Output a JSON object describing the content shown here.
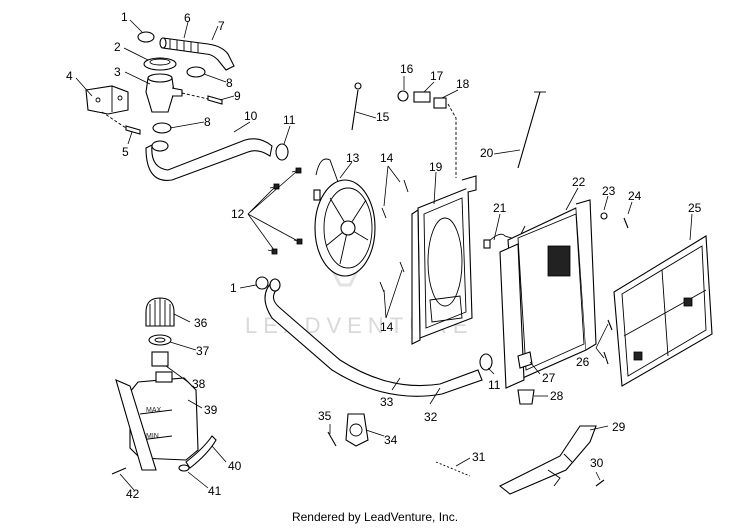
{
  "watermark": "LEADVENTURE",
  "footer": "Rendered by LeadVenture, Inc.",
  "tank_marks": {
    "max": "MAX",
    "min": "MIN"
  },
  "callouts": [
    "1",
    "6",
    "7",
    "2",
    "8",
    "3",
    "4",
    "9",
    "10",
    "11",
    "5",
    "8",
    "13",
    "16",
    "17",
    "18",
    "15",
    "14",
    "19",
    "20",
    "22",
    "23",
    "24",
    "25",
    "12",
    "21",
    "1",
    "14",
    "36",
    "37",
    "26",
    "27",
    "38",
    "11",
    "33",
    "32",
    "39",
    "28",
    "35",
    "34",
    "29",
    "31",
    "40",
    "30",
    "42",
    "41"
  ]
}
